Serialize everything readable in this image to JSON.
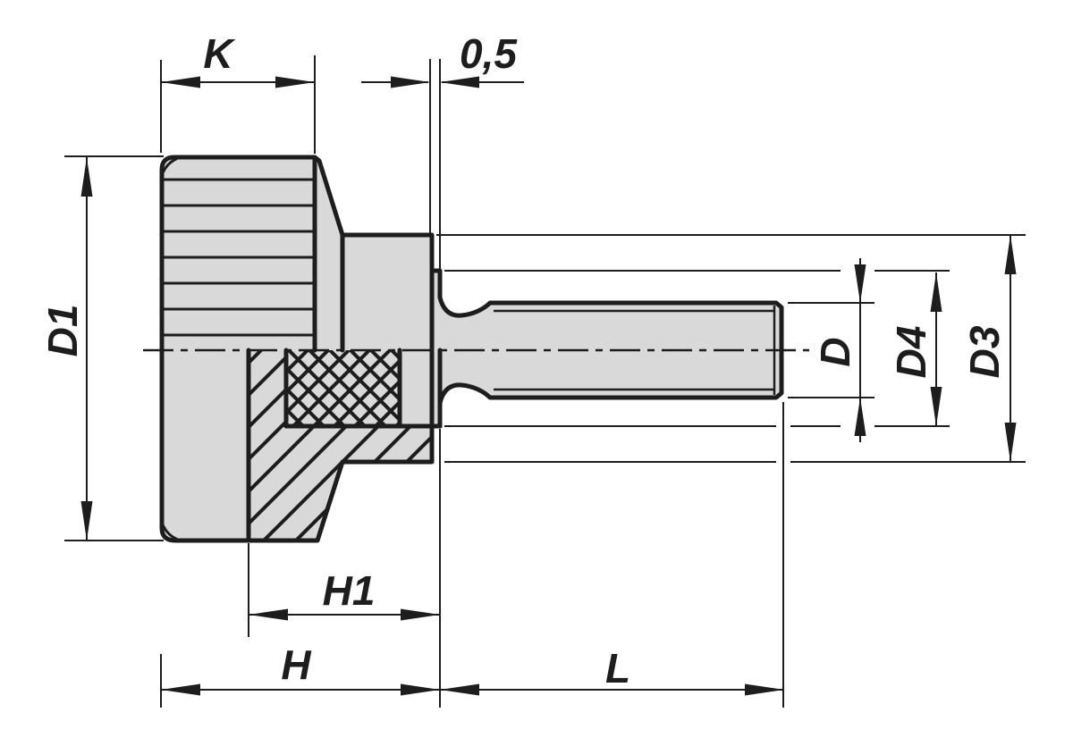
{
  "drawing": {
    "title": "knurled-thumb-screw-technical-drawing",
    "view": "side elevation with half section through head",
    "colors": {
      "line": "#1d1d1d",
      "fill": "#d9d9d9",
      "background": "#ffffff"
    },
    "dimension_labels": {
      "knurl_width": "K",
      "face_offset": "0,5",
      "head_diameter": "D1",
      "thread_diameter": "D",
      "contact_face_diameter": "D4",
      "collar_diameter": "D3",
      "insert_depth": "H1",
      "head_height": "H",
      "thread_length": "L"
    }
  }
}
